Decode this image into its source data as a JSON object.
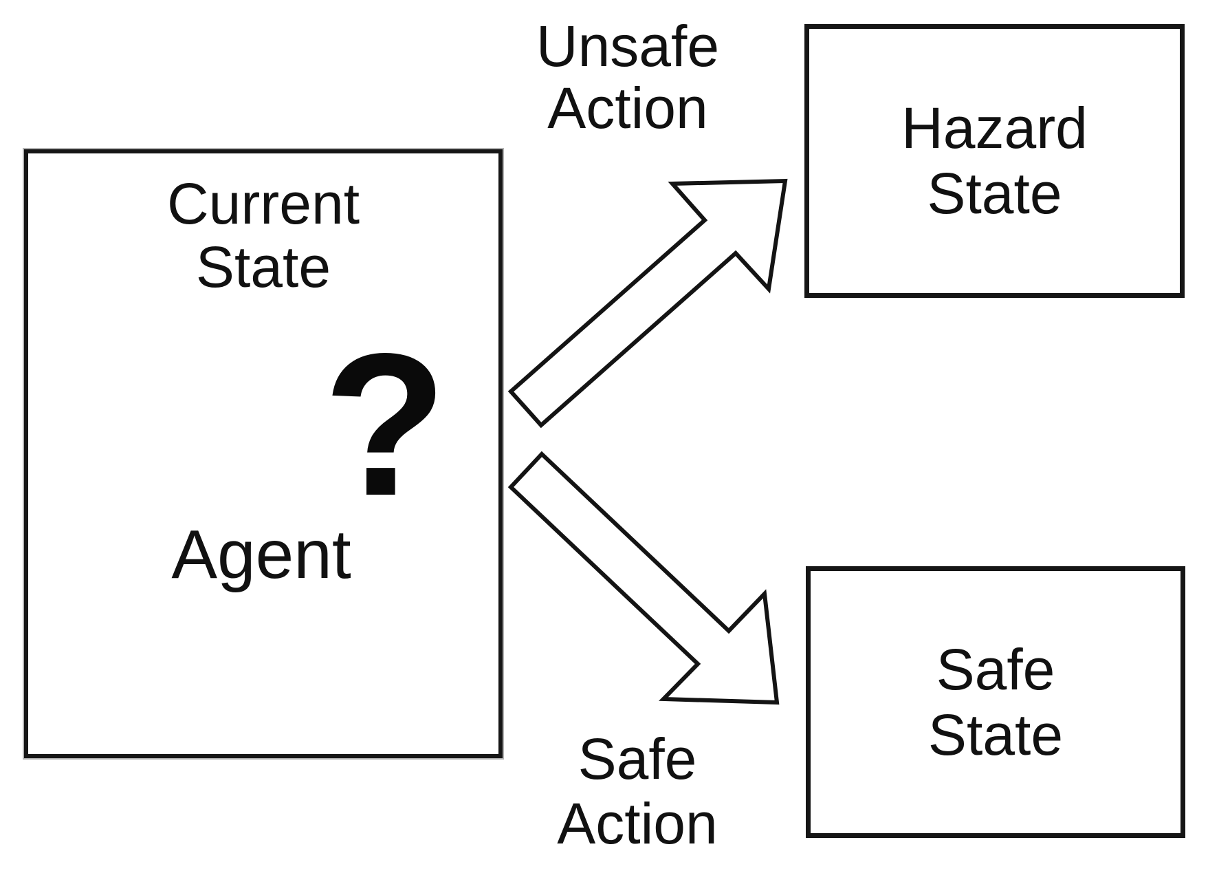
{
  "figure": {
    "type": "state-transition-diagram",
    "background_color": "#ffffff",
    "line_color": "#141414"
  },
  "nodes": {
    "current_state": {
      "line1": "Current",
      "line2": "State"
    },
    "agent": {
      "label": "Agent"
    },
    "uncertainty": {
      "symbol": "?"
    },
    "hazard_state": {
      "line1": "Hazard",
      "line2": "State"
    },
    "safe_state": {
      "line1": "Safe",
      "line2": "State"
    }
  },
  "transitions": {
    "unsafe_action": {
      "line1": "Unsafe",
      "line2": "Action",
      "from": "current_state",
      "to": "hazard_state"
    },
    "safe_action": {
      "line1": "Safe",
      "line2": "Action",
      "from": "current_state",
      "to": "safe_state"
    }
  }
}
